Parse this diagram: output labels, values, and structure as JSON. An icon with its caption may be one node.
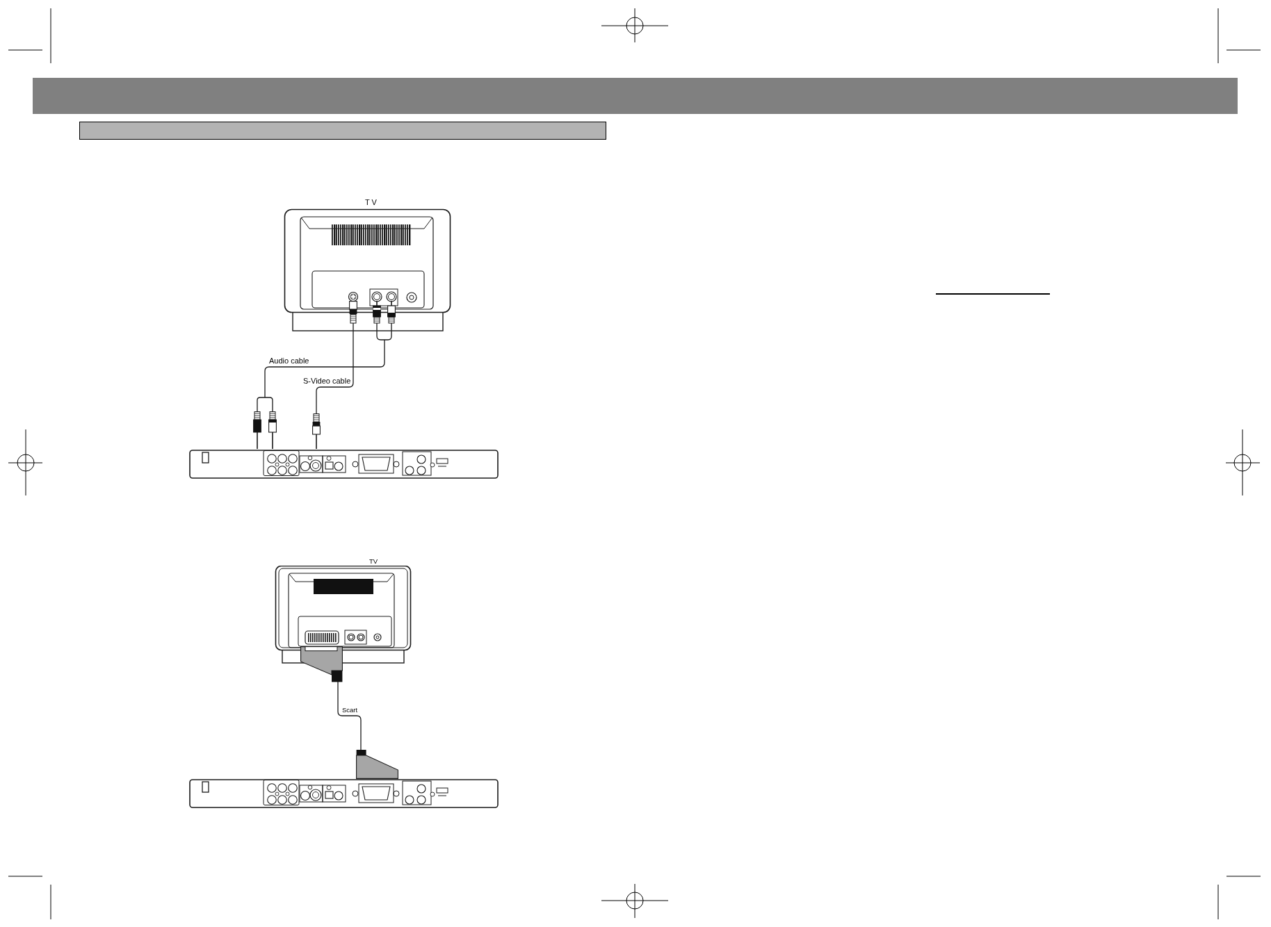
{
  "diagram": {
    "nodes": [
      {
        "text": [],
        "shape": "bar"
      },
      {
        "text": [
          "T V"
        ]
      },
      {
        "text": [],
        "shape": "picture"
      },
      {
        "text": [
          "TV"
        ]
      },
      {
        "text": [],
        "shape": "picture"
      }
    ],
    "edges": [
      {
        "from": 2,
        "to": 1,
        "arrow": "none",
        "label": "Audio cable"
      },
      {
        "from": 2,
        "to": 1,
        "arrow": "none",
        "label": "S-Video cable"
      },
      {
        "from": 4,
        "to": 3,
        "arrow": "none",
        "label": "Scart"
      }
    ]
  }
}
